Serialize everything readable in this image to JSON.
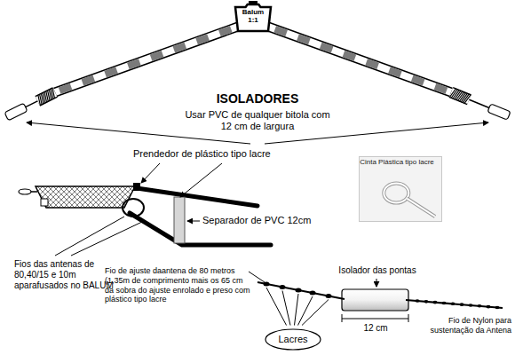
{
  "diagram": {
    "nodes": [
      {
        "text": [
          "Balum 1:1"
        ]
      },
      {
        "text": [
          "Cinta Plástica tipo lacre"
        ]
      },
      {
        "text": [
          "Lacres"
        ]
      }
    ],
    "labels": [
      "ISOLADORES",
      "Usar PVC de qualquer bitola com 12 cm de largura",
      "Prendedor de plástico tipo lacre",
      "Separador de PVC 12cm",
      "Fios das antenas de 80,40/15 e 10m aparafusados no BALUM",
      "Isolador das pontas",
      "Fio de ajuste daantena de 80 metros (1,35m de comprimento mais os 65 cm da sobra do ajuste enrolado e preso com plástico tipo lacre",
      "12 cm",
      "Fio de Nylon para sustentação da Antena"
    ]
  }
}
